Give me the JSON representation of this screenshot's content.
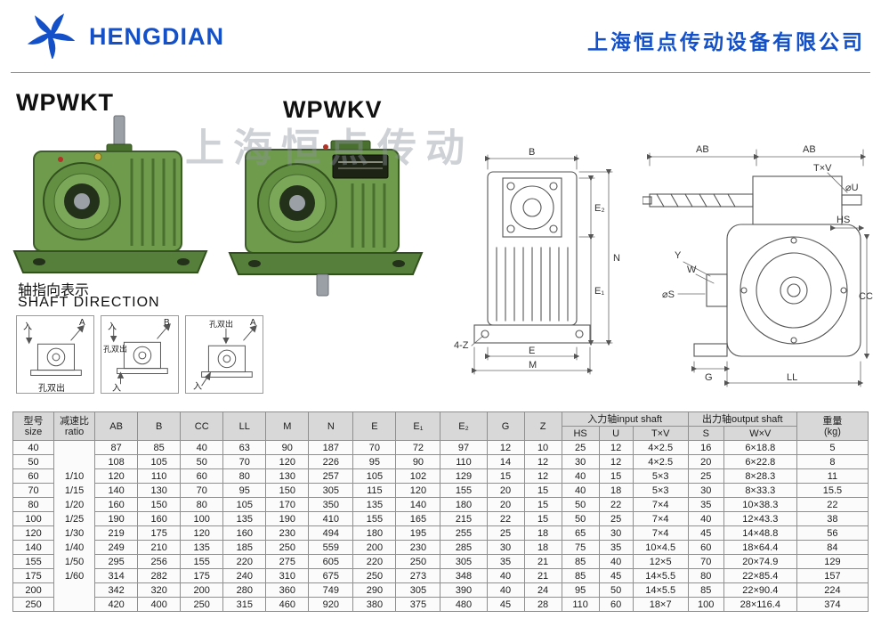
{
  "header": {
    "brand": "HENGDIAN",
    "company": "上海恒点传动设备有限公司"
  },
  "watermark": "上海恒点传动",
  "products": {
    "left_model": "WPWKT",
    "right_model": "WPWKV"
  },
  "shaft_direction": {
    "title_cn": "轴指向表示",
    "title_en": "SHAFT DIRECTION",
    "d1": {
      "in_label": "入",
      "corner_label": "A",
      "out_label": "孔双出"
    },
    "d2": {
      "in_label": "入",
      "corner_label": "B",
      "out_label": "孔双出",
      "in2_label": "入"
    },
    "d3": {
      "out_label": "孔双出",
      "corner_label": "A",
      "in_label": "入"
    }
  },
  "front_view": {
    "dim_top": "B",
    "dim_right_upper": "E₂",
    "dim_right_full": "N",
    "dim_right_lower": "E₁",
    "dim_bottom_inner": "E",
    "dim_bottom_outer": "M",
    "callout": "4-Z"
  },
  "side_view": {
    "dim_top_left": "AB",
    "dim_top_right": "AB",
    "label_txv": "T×V",
    "label_u": "⌀U",
    "label_hs": "HS",
    "label_cc": "CC",
    "label_y": "Y",
    "label_w": "W",
    "label_s": "⌀S",
    "label_g": "G",
    "label_ll": "LL"
  },
  "table": {
    "col_headers": {
      "size_cn": "型号",
      "size_en": "size",
      "ratio_cn": "减速比",
      "ratio_en": "ratio",
      "dims": [
        "AB",
        "B",
        "CC",
        "LL",
        "M",
        "N",
        "E",
        "E₁",
        "E₂",
        "G",
        "Z"
      ],
      "input_shaft": "入力轴input shaft",
      "input_cols": [
        "HS",
        "U",
        "T×V"
      ],
      "output_shaft": "出力轴output shaft",
      "output_cols": [
        "S",
        "W×V"
      ],
      "weight_cn": "重量",
      "weight_unit": "(kg)"
    },
    "ratio_values": [
      "1/10",
      "1/15",
      "1/20",
      "1/25",
      "1/30",
      "1/40",
      "1/50",
      "1/60"
    ],
    "rows": [
      {
        "size": "40",
        "values": [
          "87",
          "85",
          "40",
          "63",
          "90",
          "187",
          "70",
          "72",
          "97",
          "12",
          "10",
          "25",
          "12",
          "4×2.5",
          "16",
          "6×18.8",
          "5"
        ]
      },
      {
        "size": "50",
        "values": [
          "108",
          "105",
          "50",
          "70",
          "120",
          "226",
          "95",
          "90",
          "110",
          "14",
          "12",
          "30",
          "12",
          "4×2.5",
          "20",
          "6×22.8",
          "8"
        ]
      },
      {
        "size": "60",
        "values": [
          "120",
          "110",
          "60",
          "80",
          "130",
          "257",
          "105",
          "102",
          "129",
          "15",
          "12",
          "40",
          "15",
          "5×3",
          "25",
          "8×28.3",
          "11"
        ]
      },
      {
        "size": "70",
        "values": [
          "140",
          "130",
          "70",
          "95",
          "150",
          "305",
          "115",
          "120",
          "155",
          "20",
          "15",
          "40",
          "18",
          "5×3",
          "30",
          "8×33.3",
          "15.5"
        ]
      },
      {
        "size": "80",
        "values": [
          "160",
          "150",
          "80",
          "105",
          "170",
          "350",
          "135",
          "140",
          "180",
          "20",
          "15",
          "50",
          "22",
          "7×4",
          "35",
          "10×38.3",
          "22"
        ]
      },
      {
        "size": "100",
        "values": [
          "190",
          "160",
          "100",
          "135",
          "190",
          "410",
          "155",
          "165",
          "215",
          "22",
          "15",
          "50",
          "25",
          "7×4",
          "40",
          "12×43.3",
          "38"
        ]
      },
      {
        "size": "120",
        "values": [
          "219",
          "175",
          "120",
          "160",
          "230",
          "494",
          "180",
          "195",
          "255",
          "25",
          "18",
          "65",
          "30",
          "7×4",
          "45",
          "14×48.8",
          "56"
        ]
      },
      {
        "size": "140",
        "values": [
          "249",
          "210",
          "135",
          "185",
          "250",
          "559",
          "200",
          "230",
          "285",
          "30",
          "18",
          "75",
          "35",
          "10×4.5",
          "60",
          "18×64.4",
          "84"
        ]
      },
      {
        "size": "155",
        "values": [
          "295",
          "256",
          "155",
          "220",
          "275",
          "605",
          "220",
          "250",
          "305",
          "35",
          "21",
          "85",
          "40",
          "12×5",
          "70",
          "20×74.9",
          "129"
        ]
      },
      {
        "size": "175",
        "values": [
          "314",
          "282",
          "175",
          "240",
          "310",
          "675",
          "250",
          "273",
          "348",
          "40",
          "21",
          "85",
          "45",
          "14×5.5",
          "80",
          "22×85.4",
          "157"
        ]
      },
      {
        "size": "200",
        "values": [
          "342",
          "320",
          "200",
          "280",
          "360",
          "749",
          "290",
          "305",
          "390",
          "40",
          "24",
          "95",
          "50",
          "14×5.5",
          "85",
          "22×90.4",
          "224"
        ]
      },
      {
        "size": "250",
        "values": [
          "420",
          "400",
          "250",
          "315",
          "460",
          "920",
          "380",
          "375",
          "480",
          "45",
          "28",
          "110",
          "60",
          "18×7",
          "100",
          "28×116.4",
          "374"
        ]
      }
    ]
  }
}
